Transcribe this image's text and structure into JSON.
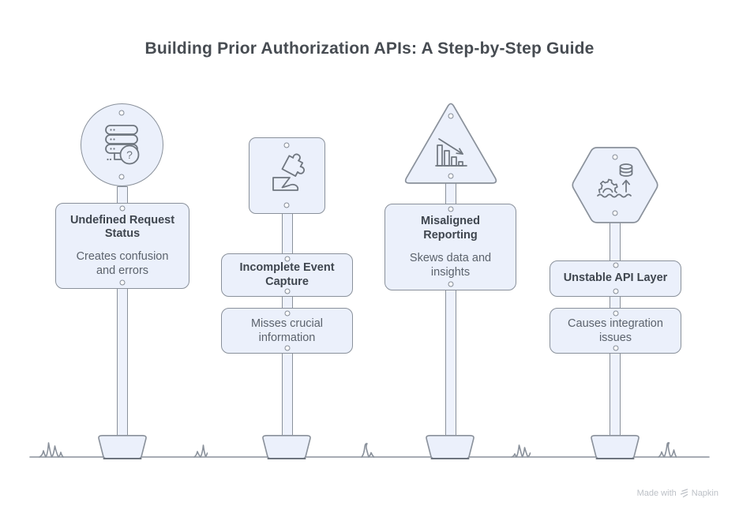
{
  "title": "Building Prior Authorization APIs: A Step-by-Step Guide",
  "signs": [
    {
      "name": "undefined-request-status",
      "shape": "circle",
      "icon": "server-question-icon",
      "icon_glyph": "?",
      "boards": [
        {
          "title": "Undefined Request Status",
          "subtitle": "Creates confusion and errors"
        }
      ]
    },
    {
      "name": "incomplete-event-capture",
      "shape": "square",
      "icon": "puzzle-hand-icon",
      "boards": [
        {
          "title": "Incomplete Event Capture"
        },
        {
          "subtitle": "Misses crucial information"
        }
      ]
    },
    {
      "name": "misaligned-reporting",
      "shape": "triangle",
      "icon": "declining-bar-chart-icon",
      "boards": [
        {
          "title": "Misaligned Reporting",
          "subtitle": "Skews data and insights"
        }
      ]
    },
    {
      "name": "unstable-api-layer",
      "shape": "hexagon",
      "icon": "sinking-gear-database-icon",
      "boards": [
        {
          "title": "Unstable API Layer"
        },
        {
          "subtitle": "Causes integration issues"
        }
      ]
    }
  ],
  "watermark": {
    "made_with": "Made with",
    "brand": "Napkin"
  },
  "colors": {
    "background": "#ffffff",
    "sign_fill": "#ebf0fb",
    "sign_stroke": "#8a919b",
    "icon_stroke": "#6f767f",
    "title_text": "#474c52",
    "board_title_text": "#3f464f",
    "board_subtitle_text": "#5c636d",
    "ground_stroke": "#8a919b",
    "watermark_text": "#bdc1c7"
  }
}
